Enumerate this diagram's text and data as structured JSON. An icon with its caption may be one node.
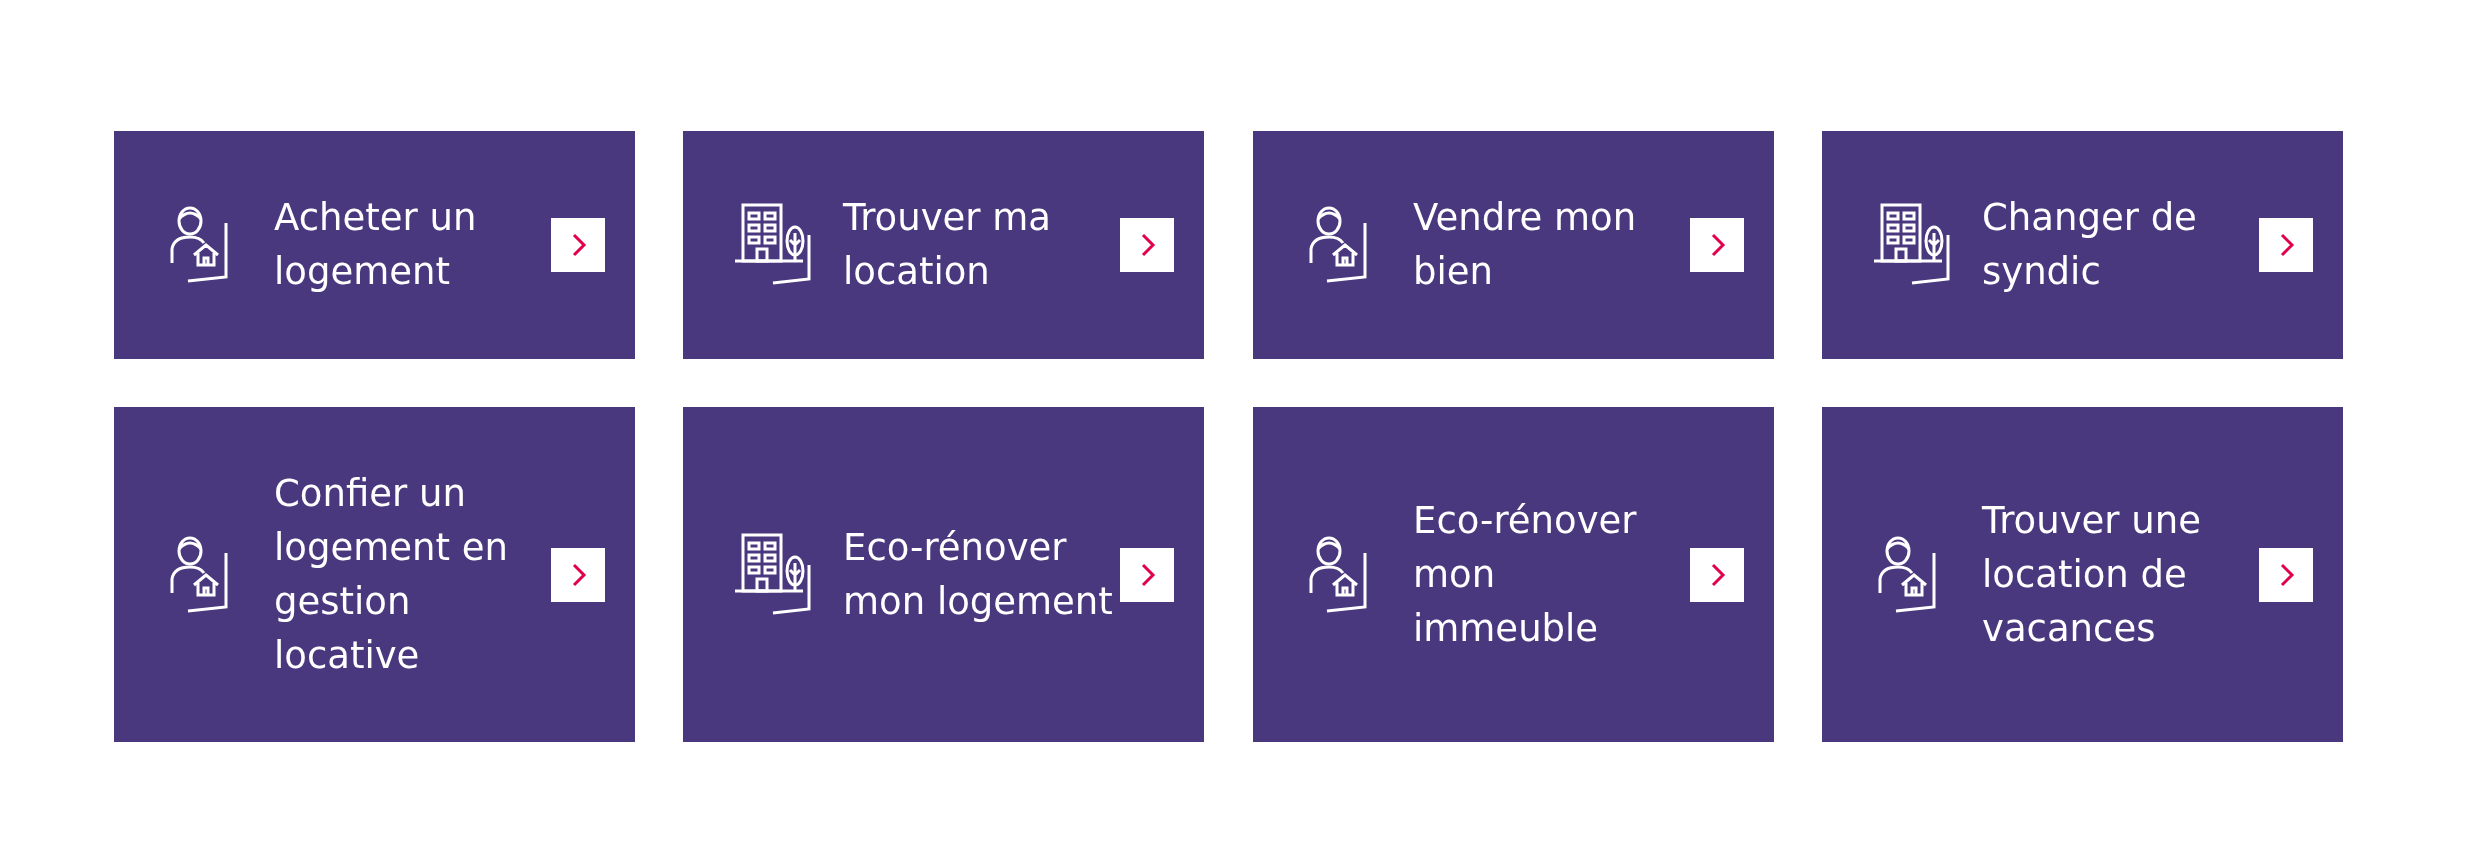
{
  "diagram": {
    "nodes": [
      {
        "text": [
          "Acheter un logement"
        ]
      },
      {
        "text": [
          "Trouver ma location"
        ]
      },
      {
        "text": [
          "Vendre mon bien"
        ]
      },
      {
        "text": [
          "Changer de syndic"
        ]
      },
      {
        "text": [
          "Confier un logement en gestion locative"
        ]
      },
      {
        "text": [
          "Eco-rénover mon logement"
        ]
      },
      {
        "text": [
          "Eco-rénover mon immeuble"
        ]
      },
      {
        "text": [
          "Trouver une location de vacances"
        ]
      }
    ]
  }
}
